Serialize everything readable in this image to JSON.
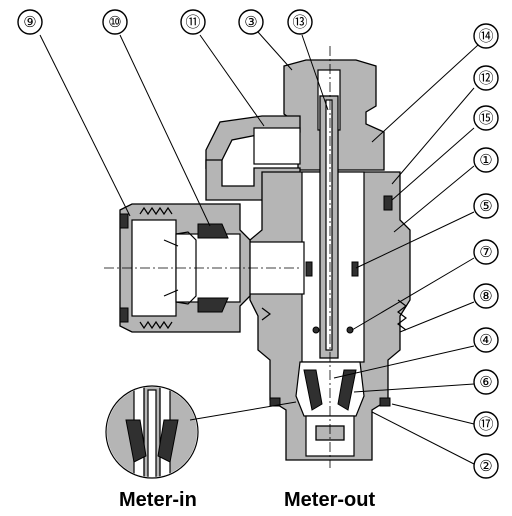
{
  "callouts": [
    {
      "id": "c9",
      "label": "⑨"
    },
    {
      "id": "c10",
      "label": "⑩"
    },
    {
      "id": "c11",
      "label": "⑪"
    },
    {
      "id": "c3",
      "label": "③"
    },
    {
      "id": "c13",
      "label": "⑬"
    },
    {
      "id": "c14",
      "label": "⑭"
    },
    {
      "id": "c12",
      "label": "⑫"
    },
    {
      "id": "c15",
      "label": "⑮"
    },
    {
      "id": "c1",
      "label": "①"
    },
    {
      "id": "c5",
      "label": "⑤"
    },
    {
      "id": "c7",
      "label": "⑦"
    },
    {
      "id": "c8",
      "label": "⑧"
    },
    {
      "id": "c4",
      "label": "④"
    },
    {
      "id": "c6",
      "label": "⑥"
    },
    {
      "id": "c17",
      "label": "⑰"
    },
    {
      "id": "c2",
      "label": "②"
    }
  ],
  "captions": {
    "meter_in": "Meter-in",
    "meter_out": "Meter-out"
  }
}
